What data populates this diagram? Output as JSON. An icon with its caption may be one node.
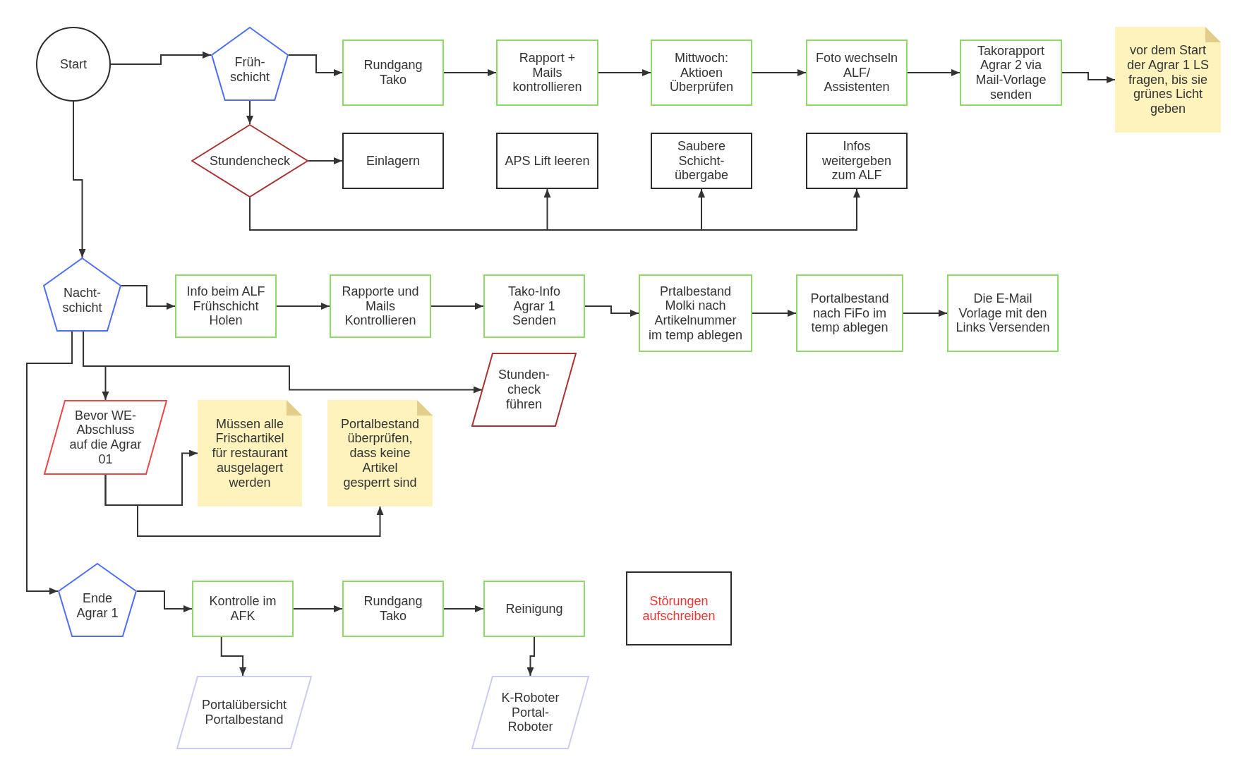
{
  "diagram": {
    "nodes": [
      {
        "text": [
          "Start"
        ]
      },
      {
        "text": [
          "Früh-schicht"
        ]
      },
      {
        "text": [
          "Rundgang Tako"
        ]
      },
      {
        "text": [
          "Rapport + Mails kontrollieren"
        ]
      },
      {
        "text": [
          "Mittwoch: Aktioen Überprüfen"
        ]
      },
      {
        "text": [
          "Foto wechseln ALF/ Assistenten"
        ]
      },
      {
        "text": [
          "Takorapport Agrar 2 via Mail-Vorlage senden"
        ]
      },
      {
        "text": [
          "vor dem Start der Agrar 1 LS fragen, bis sie grünes Licht geben"
        ]
      },
      {
        "text": [
          "Stundencheck"
        ]
      },
      {
        "text": [
          "Einlagern"
        ]
      },
      {
        "text": [
          "APS Lift leeren"
        ]
      },
      {
        "text": [
          "Saubere Schicht-übergabe"
        ]
      },
      {
        "text": [
          "Infos weitergeben zum ALF"
        ]
      },
      {
        "text": [
          "Nacht-schicht"
        ]
      },
      {
        "text": [
          "Info beim ALF Frühschicht Holen"
        ]
      },
      {
        "text": [
          "Rapporte und Mails Kontrollieren"
        ]
      },
      {
        "text": [
          "Tako-Info Agrar 1 Senden"
        ]
      },
      {
        "text": [
          "Prtalbestand Molki nach Artikelnummer im temp ablegen"
        ]
      },
      {
        "text": [
          "Portalbestand nach FiFo im temp ablegen"
        ]
      },
      {
        "text": [
          "Die E-Mail Vorlage mit den Links Versenden"
        ]
      },
      {
        "text": [
          "Stunden-check führen"
        ]
      },
      {
        "text": [
          "Bevor WE-Abschluss auf die Agrar 01"
        ]
      },
      {
        "text": [
          "Müssen alle Frischartikel für restaurant ausgelagert werden"
        ]
      },
      {
        "text": [
          "Portalbestand überprüfen, dass keine Artikel gesperrt sind"
        ]
      },
      {
        "text": [
          "Ende Agrar 1"
        ]
      },
      {
        "text": [
          "Kontrolle im AFK"
        ]
      },
      {
        "text": [
          "Rundgang Tako"
        ]
      },
      {
        "text": [
          "Reinigung"
        ]
      },
      {
        "text": [
          "Störungen aufschreiben"
        ]
      },
      {
        "text": [
          "Portalübersicht Portalbestand"
        ]
      },
      {
        "text": [
          "K-Roboter Portal-Roboter"
        ]
      }
    ],
    "edges": [
      {
        "from": 0,
        "to": 1,
        "arrow": "to"
      },
      {
        "from": 1,
        "to": 2,
        "arrow": "to"
      },
      {
        "from": 2,
        "to": 3,
        "arrow": "to"
      },
      {
        "from": 3,
        "to": 4,
        "arrow": "to"
      },
      {
        "from": 4,
        "to": 5,
        "arrow": "to"
      },
      {
        "from": 5,
        "to": 6,
        "arrow": "to"
      },
      {
        "from": 6,
        "to": 7,
        "arrow": "to"
      },
      {
        "from": 1,
        "to": 8,
        "arrow": "to"
      },
      {
        "from": 8,
        "to": 9,
        "arrow": "to"
      },
      {
        "from": 8,
        "to": 10,
        "arrow": "to"
      },
      {
        "from": 8,
        "to": 11,
        "arrow": "to"
      },
      {
        "from": 8,
        "to": 12,
        "arrow": "to"
      },
      {
        "from": 0,
        "to": 13,
        "arrow": "to"
      },
      {
        "from": 13,
        "to": 14,
        "arrow": "to"
      },
      {
        "from": 14,
        "to": 15,
        "arrow": "to"
      },
      {
        "from": 15,
        "to": 16,
        "arrow": "to"
      },
      {
        "from": 16,
        "to": 17,
        "arrow": "to"
      },
      {
        "from": 17,
        "to": 18,
        "arrow": "to"
      },
      {
        "from": 18,
        "to": 19,
        "arrow": "to"
      },
      {
        "from": 13,
        "to": 20,
        "arrow": "to"
      },
      {
        "from": 13,
        "to": 21,
        "arrow": "to"
      },
      {
        "from": 21,
        "to": 22,
        "arrow": "to"
      },
      {
        "from": 21,
        "to": 23,
        "arrow": "to"
      },
      {
        "from": 13,
        "to": 24,
        "arrow": "to"
      },
      {
        "from": 24,
        "to": 25,
        "arrow": "to"
      },
      {
        "from": 25,
        "to": 26,
        "arrow": "to"
      },
      {
        "from": 26,
        "to": 27,
        "arrow": "to"
      },
      {
        "from": 25,
        "to": 29,
        "arrow": "to"
      },
      {
        "from": 27,
        "to": 30,
        "arrow": "to"
      }
    ]
  }
}
